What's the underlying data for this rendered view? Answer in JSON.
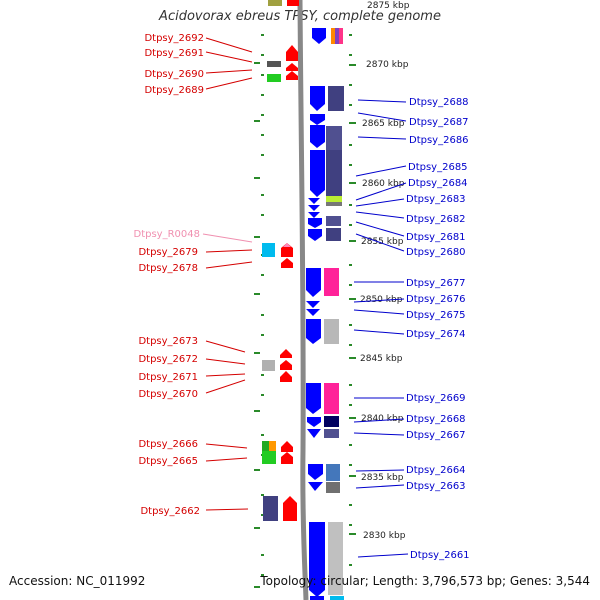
{
  "title": "Acidovorax ebreus TPSY, complete genome",
  "accession": "Accession: NC_011992",
  "summary": "Topology: circular; Length: 3,796,573 bp; Genes: 3,544",
  "colors": {
    "forward_label": "#d40000",
    "reverse_label": "#0000cc",
    "rna_label": "#f090b0",
    "tick": "#2a8a2a",
    "backbone": "#888888"
  },
  "kbp_ticks": [
    "2875 kbp",
    "2870 kbp",
    "2865 kbp",
    "2860 kbp",
    "2855 kbp",
    "2850 kbp",
    "2845 kbp",
    "2840 kbp",
    "2835 kbp",
    "2830 kbp"
  ],
  "left_labels": [
    "Dtpsy_2692",
    "Dtpsy_2691",
    "Dtpsy_2690",
    "Dtpsy_2689",
    "Dtpsy_R0048",
    "Dtpsy_2679",
    "Dtpsy_2678",
    "Dtpsy_2673",
    "Dtpsy_2672",
    "Dtpsy_2671",
    "Dtpsy_2670",
    "Dtpsy_2666",
    "Dtpsy_2665",
    "Dtpsy_2662"
  ],
  "right_labels": [
    "Dtpsy_2688",
    "Dtpsy_2687",
    "Dtpsy_2686",
    "Dtpsy_2685",
    "Dtpsy_2684",
    "Dtpsy_2683",
    "Dtpsy_2682",
    "Dtpsy_2681",
    "Dtpsy_2680",
    "Dtpsy_2677",
    "Dtpsy_2676",
    "Dtpsy_2675",
    "Dtpsy_2674",
    "Dtpsy_2669",
    "Dtpsy_2668",
    "Dtpsy_2667",
    "Dtpsy_2664",
    "Dtpsy_2663",
    "Dtpsy_2661"
  ]
}
